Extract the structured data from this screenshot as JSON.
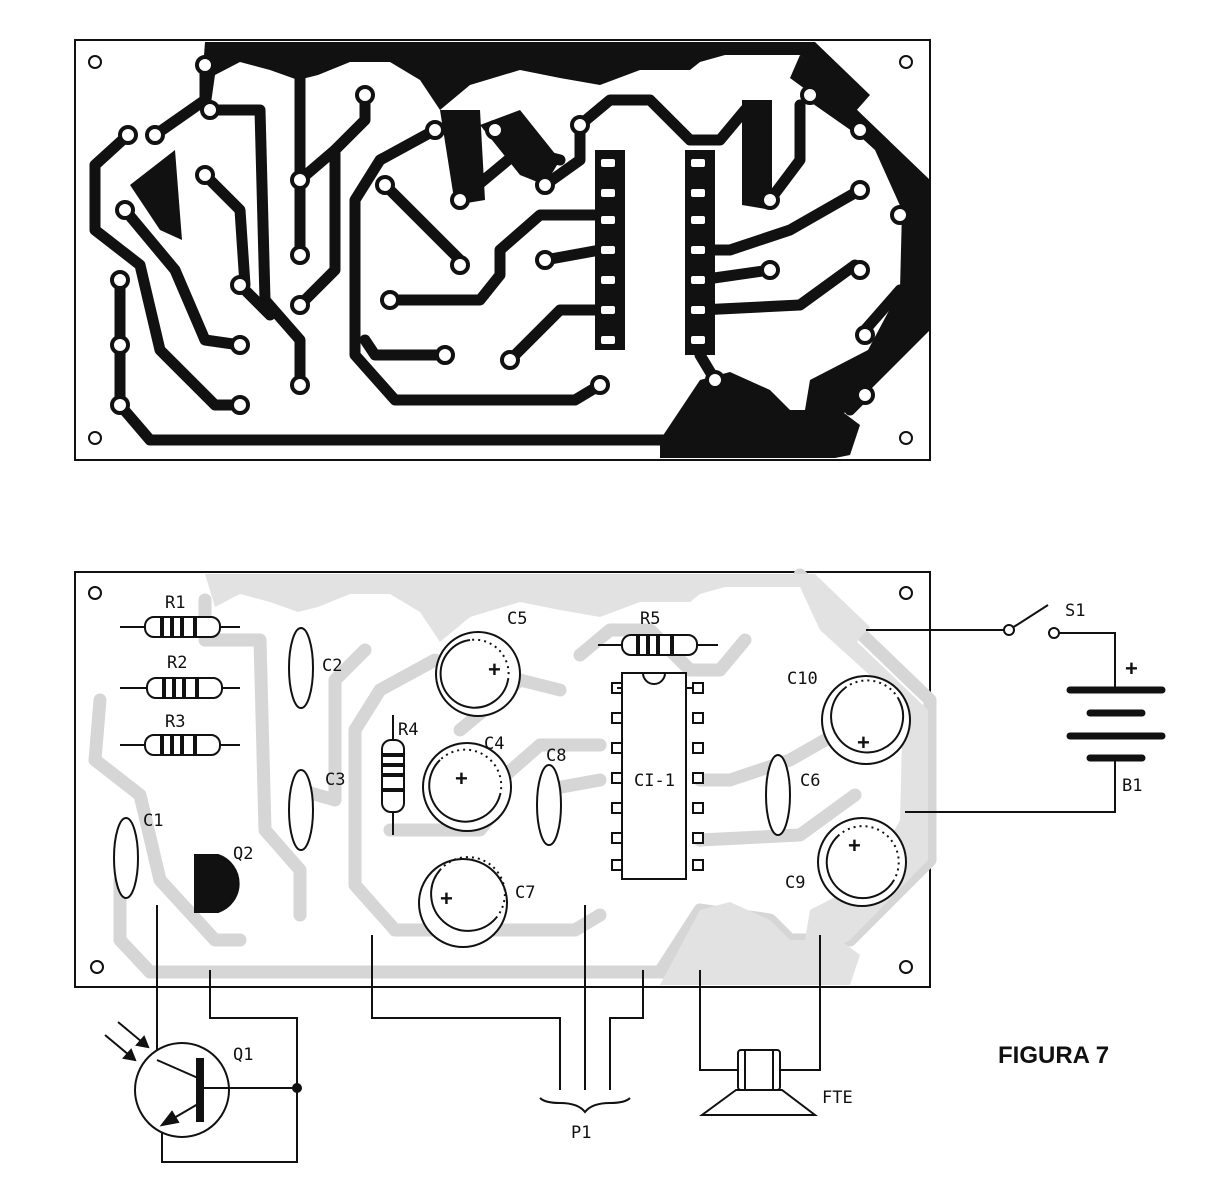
{
  "figure": {
    "caption": "FIGURA 7"
  },
  "labels": {
    "r1": "R1",
    "r2": "R2",
    "r3": "R3",
    "r4": "R4",
    "r5": "R5",
    "c1": "C1",
    "c2": "C2",
    "c3": "C3",
    "c4": "C4",
    "c5": "C5",
    "c6": "C6",
    "c7": "C7",
    "c8": "C8",
    "c9": "C9",
    "c10": "C10",
    "ci1": "CI-1",
    "q1": "Q1",
    "q2": "Q2",
    "s1": "S1",
    "b1": "B1",
    "p1": "P1",
    "fte": "FTE"
  },
  "symbols": {
    "plus": "+"
  },
  "colors": {
    "ink": "#111111",
    "trace_ghost": "#d6d6d6",
    "paper": "#ffffff"
  }
}
